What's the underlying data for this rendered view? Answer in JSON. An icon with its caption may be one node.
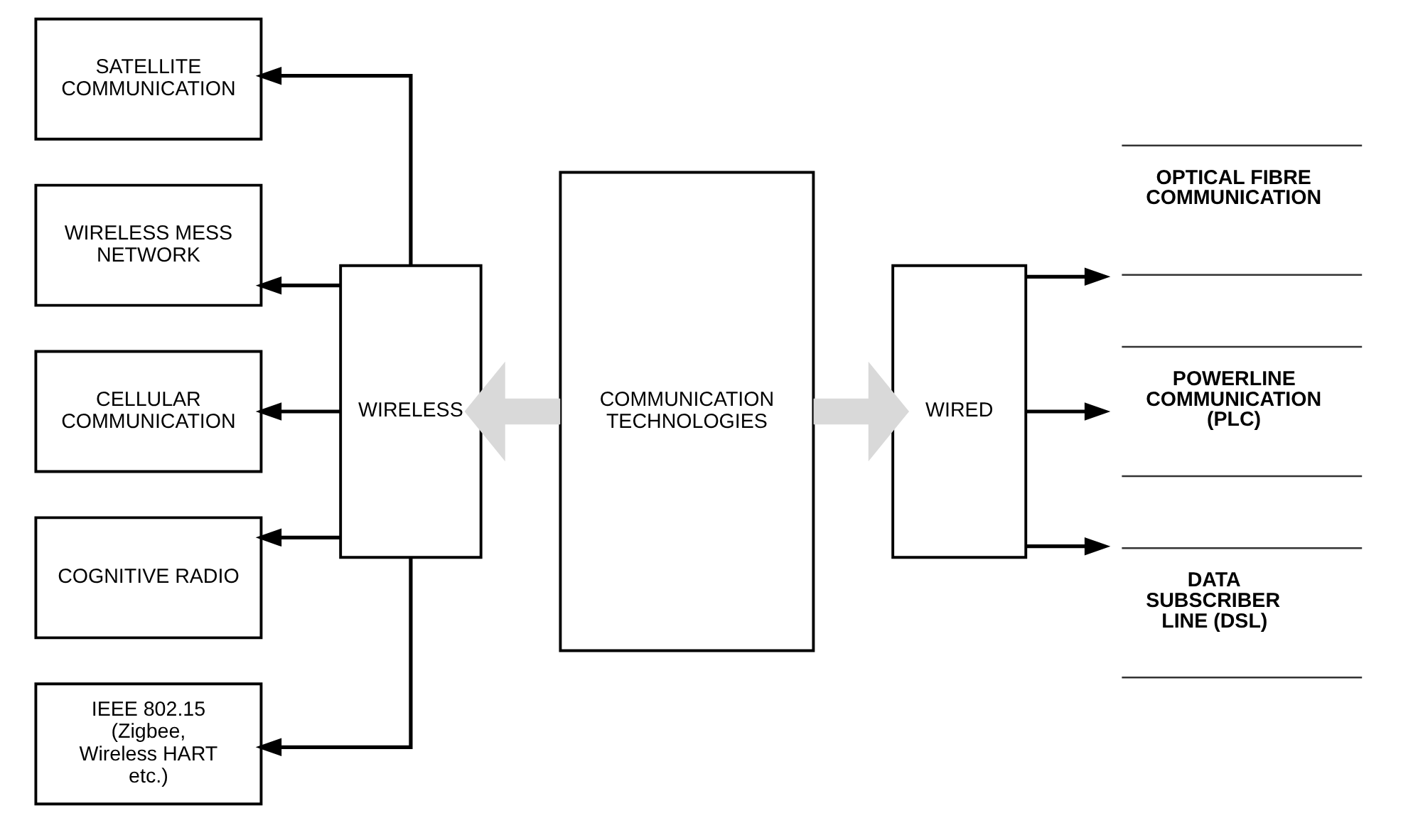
{
  "diagram": {
    "nodes": [
      {
        "text": [
          "SATELLITE COMMUNICATION"
        ]
      },
      {
        "text": [
          "WIRELESS MESS NETWORK"
        ]
      },
      {
        "text": [
          "CELLULAR COMMUNICATION"
        ]
      },
      {
        "text": [
          "COGNITIVE RADIO"
        ]
      },
      {
        "text": [
          "IEEE 802.15 (Zigbee, Wireless HART etc.)"
        ]
      },
      {
        "text": [
          "WIRELESS"
        ]
      },
      {
        "text": [
          "COMMUNICATION TECHNOLOGIES"
        ]
      },
      {
        "text": [
          "WIRED"
        ]
      },
      {
        "text": [
          "OPTICAL FIBRE COMMUNICATION"
        ]
      },
      {
        "text": [
          "POWERLINE COMMUNICATION (PLC)"
        ]
      },
      {
        "text": [
          "DATA SUBSCRIBER LINE (DSL)"
        ]
      }
    ],
    "edges": [
      {
        "from": 6,
        "to": 5,
        "arrow": "to",
        "style": "thick",
        "color": "#d9d9d9"
      },
      {
        "from": 6,
        "to": 7,
        "arrow": "to",
        "style": "thick",
        "color": "#d9d9d9"
      },
      {
        "from": 5,
        "to": 0,
        "arrow": "to"
      },
      {
        "from": 5,
        "to": 1,
        "arrow": "to"
      },
      {
        "from": 5,
        "to": 2,
        "arrow": "to"
      },
      {
        "from": 5,
        "to": 3,
        "arrow": "to"
      },
      {
        "from": 5,
        "to": 4,
        "arrow": "to"
      },
      {
        "from": 7,
        "to": 8,
        "arrow": "to"
      },
      {
        "from": 7,
        "to": 9,
        "arrow": "to"
      },
      {
        "from": 7,
        "to": 10,
        "arrow": "to"
      }
    ]
  }
}
